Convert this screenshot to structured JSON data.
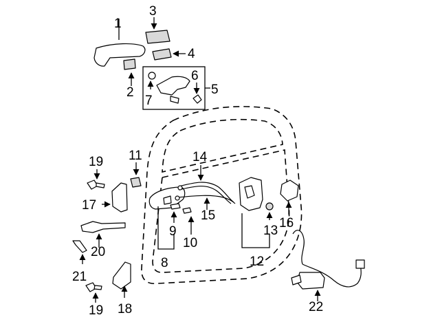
{
  "callouts": {
    "c1": "1",
    "c2": "2",
    "c3": "3",
    "c4": "4",
    "c5": "5",
    "c6": "6",
    "c7": "7",
    "c8": "8",
    "c9": "9",
    "c10": "10",
    "c11": "11",
    "c12": "12",
    "c13": "13",
    "c14": "14",
    "c15": "15",
    "c16": "16",
    "c17": "17",
    "c18": "18",
    "c19a": "19",
    "c19b": "19",
    "c20": "20",
    "c21": "21",
    "c22": "22"
  }
}
